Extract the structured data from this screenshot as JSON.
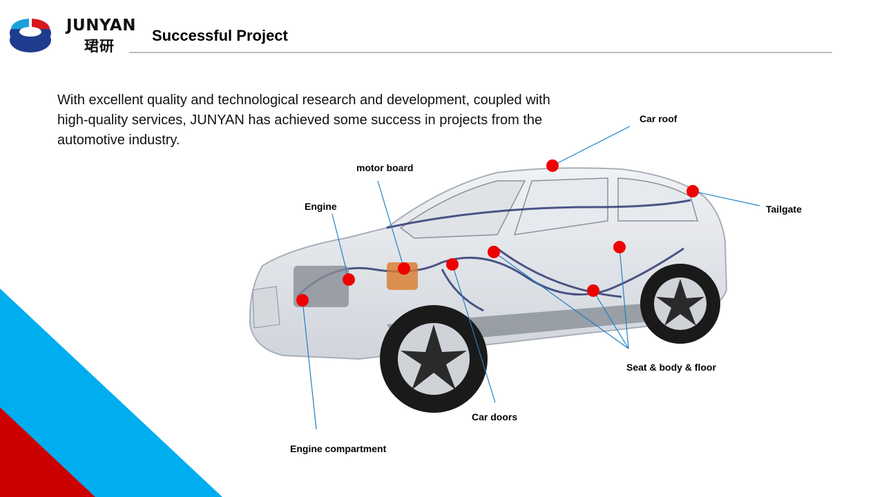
{
  "brand": {
    "name": "JUNYAN",
    "name_cn": "珺研",
    "colors": {
      "blue": "#1f3d8f",
      "red": "#d7191f",
      "cyan": "#1ea0dc"
    }
  },
  "header": {
    "title": "Successful Project"
  },
  "intro_text": "With excellent quality and technological research and development, coupled with high-quality services, JUNYAN has achieved some success in projects from the automotive industry.",
  "callouts": {
    "car_roof": "Car roof",
    "tailgate": "Tailgate",
    "motor_board": "motor board",
    "engine": "Engine",
    "seat_body_floor": "Seat & body  & floor",
    "car_doors": "Car doors",
    "engine_compartment": "Engine compartment"
  },
  "marker_color": "#ee0000",
  "decor_colors": {
    "cyan": "#00aeef",
    "red": "#cc0000"
  }
}
